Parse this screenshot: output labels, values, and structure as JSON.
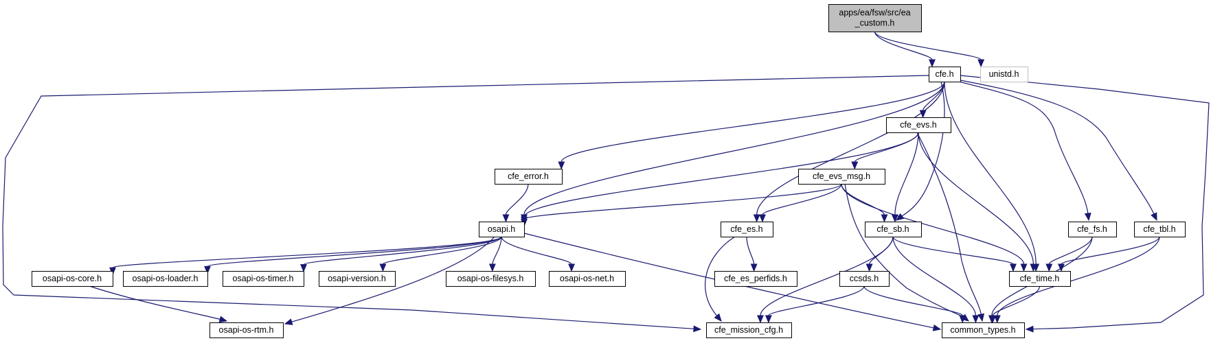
{
  "graph": {
    "nodes": [
      {
        "id": "ea_custom",
        "lines": [
          "apps/ea/fsw/src/ea",
          "_custom.h"
        ],
        "style": "root"
      },
      {
        "id": "cfe",
        "lines": [
          "cfe.h"
        ],
        "style": "normal"
      },
      {
        "id": "unistd",
        "lines": [
          "unistd.h"
        ],
        "style": "external"
      },
      {
        "id": "cfe_evs",
        "lines": [
          "cfe_evs.h"
        ],
        "style": "normal"
      },
      {
        "id": "cfe_error",
        "lines": [
          "cfe_error.h"
        ],
        "style": "normal"
      },
      {
        "id": "cfe_evs_msg",
        "lines": [
          "cfe_evs_msg.h"
        ],
        "style": "normal"
      },
      {
        "id": "osapi",
        "lines": [
          "osapi.h"
        ],
        "style": "normal"
      },
      {
        "id": "cfe_es",
        "lines": [
          "cfe_es.h"
        ],
        "style": "normal"
      },
      {
        "id": "cfe_sb",
        "lines": [
          "cfe_sb.h"
        ],
        "style": "normal"
      },
      {
        "id": "cfe_fs",
        "lines": [
          "cfe_fs.h"
        ],
        "style": "normal"
      },
      {
        "id": "cfe_tbl",
        "lines": [
          "cfe_tbl.h"
        ],
        "style": "normal"
      },
      {
        "id": "osapi_os_core",
        "lines": [
          "osapi-os-core.h"
        ],
        "style": "normal"
      },
      {
        "id": "osapi_os_loader",
        "lines": [
          "osapi-os-loader.h"
        ],
        "style": "normal"
      },
      {
        "id": "osapi_os_timer",
        "lines": [
          "osapi-os-timer.h"
        ],
        "style": "normal"
      },
      {
        "id": "osapi_version",
        "lines": [
          "osapi-version.h"
        ],
        "style": "normal"
      },
      {
        "id": "osapi_os_filesys",
        "lines": [
          "osapi-os-filesys.h"
        ],
        "style": "normal"
      },
      {
        "id": "osapi_os_net",
        "lines": [
          "osapi-os-net.h"
        ],
        "style": "normal"
      },
      {
        "id": "cfe_es_perfids",
        "lines": [
          "cfe_es_perfids.h"
        ],
        "style": "normal"
      },
      {
        "id": "ccsds",
        "lines": [
          "ccsds.h"
        ],
        "style": "normal"
      },
      {
        "id": "cfe_time",
        "lines": [
          "cfe_time.h"
        ],
        "style": "normal"
      },
      {
        "id": "osapi_os_rtm",
        "lines": [
          "osapi-os-rtm.h"
        ],
        "style": "normal"
      },
      {
        "id": "cfe_mission_cfg",
        "lines": [
          "cfe_mission_cfg.h"
        ],
        "style": "normal"
      },
      {
        "id": "common_types",
        "lines": [
          "common_types.h"
        ],
        "style": "normal"
      }
    ],
    "edges": [
      [
        "ea_custom",
        "cfe"
      ],
      [
        "ea_custom",
        "unistd"
      ],
      [
        "cfe",
        "cfe_mission_cfg"
      ],
      [
        "cfe",
        "cfe_error"
      ],
      [
        "cfe",
        "osapi"
      ],
      [
        "cfe",
        "cfe_es"
      ],
      [
        "cfe",
        "cfe_evs"
      ],
      [
        "cfe",
        "cfe_sb"
      ],
      [
        "cfe",
        "cfe_time"
      ],
      [
        "cfe",
        "cfe_fs"
      ],
      [
        "cfe",
        "cfe_tbl"
      ],
      [
        "cfe",
        "common_types"
      ],
      [
        "cfe_evs",
        "osapi"
      ],
      [
        "cfe_evs",
        "cfe_evs_msg"
      ],
      [
        "cfe_evs",
        "cfe_sb"
      ],
      [
        "cfe_evs",
        "common_types"
      ],
      [
        "cfe_evs",
        "cfe_time"
      ],
      [
        "cfe_error",
        "osapi"
      ],
      [
        "cfe_evs_msg",
        "osapi"
      ],
      [
        "cfe_evs_msg",
        "cfe_es"
      ],
      [
        "cfe_evs_msg",
        "cfe_sb"
      ],
      [
        "cfe_evs_msg",
        "common_types"
      ],
      [
        "cfe_evs_msg",
        "cfe_time"
      ],
      [
        "osapi",
        "osapi_os_core"
      ],
      [
        "osapi",
        "osapi_os_loader"
      ],
      [
        "osapi",
        "osapi_os_timer"
      ],
      [
        "osapi",
        "osapi_version"
      ],
      [
        "osapi",
        "osapi_os_filesys"
      ],
      [
        "osapi",
        "osapi_os_net"
      ],
      [
        "osapi",
        "osapi_os_rtm"
      ],
      [
        "osapi",
        "common_types"
      ],
      [
        "osapi_os_core",
        "osapi_os_rtm"
      ],
      [
        "cfe_es",
        "cfe_es_perfids"
      ],
      [
        "cfe_es",
        "cfe_mission_cfg"
      ],
      [
        "cfe_sb",
        "ccsds"
      ],
      [
        "cfe_sb",
        "cfe_mission_cfg"
      ],
      [
        "cfe_sb",
        "common_types"
      ],
      [
        "cfe_sb",
        "cfe_time"
      ],
      [
        "ccsds",
        "cfe_mission_cfg"
      ],
      [
        "ccsds",
        "common_types"
      ],
      [
        "cfe_time",
        "common_types"
      ],
      [
        "cfe_fs",
        "cfe_time"
      ],
      [
        "cfe_fs",
        "common_types"
      ],
      [
        "cfe_tbl",
        "cfe_time"
      ],
      [
        "cfe_tbl",
        "common_types"
      ]
    ],
    "colors": {
      "edge": "#191970",
      "root_fill": "#bfbfbf",
      "external_border": "#bfbfbf",
      "node_border": "#000000"
    }
  }
}
